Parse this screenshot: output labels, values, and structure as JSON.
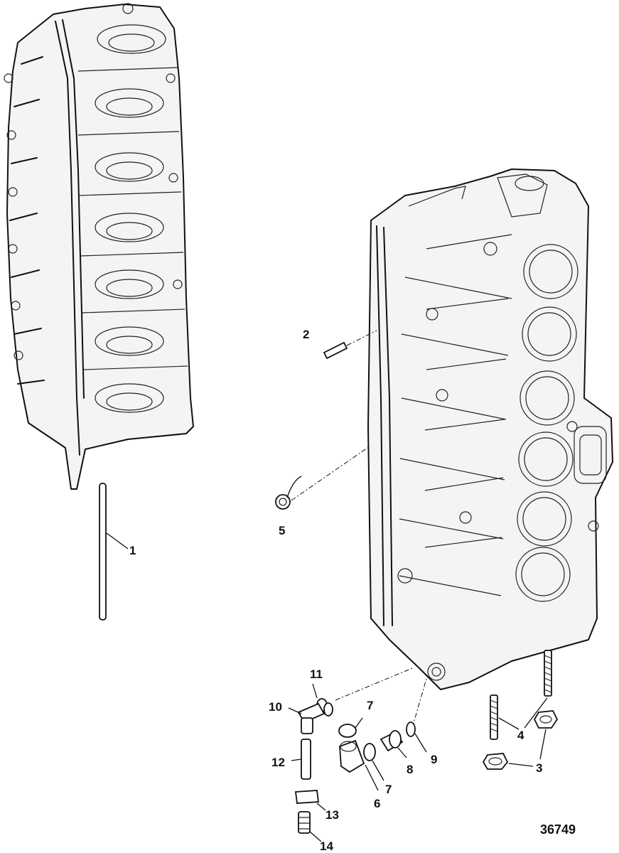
{
  "diagram": {
    "callouts": [
      {
        "id": "c1",
        "text": "1"
      },
      {
        "id": "c2",
        "text": "2"
      },
      {
        "id": "c3",
        "text": "3"
      },
      {
        "id": "c4",
        "text": "4"
      },
      {
        "id": "c5",
        "text": "5"
      },
      {
        "id": "c6",
        "text": "6"
      },
      {
        "id": "c7a",
        "text": "7"
      },
      {
        "id": "c7b",
        "text": "7"
      },
      {
        "id": "c8",
        "text": "8"
      },
      {
        "id": "c9",
        "text": "9"
      },
      {
        "id": "c10",
        "text": "10"
      },
      {
        "id": "c11",
        "text": "11"
      },
      {
        "id": "c12",
        "text": "12"
      },
      {
        "id": "c13",
        "text": "13"
      },
      {
        "id": "c14",
        "text": "14"
      }
    ],
    "figure_number": "36749"
  }
}
